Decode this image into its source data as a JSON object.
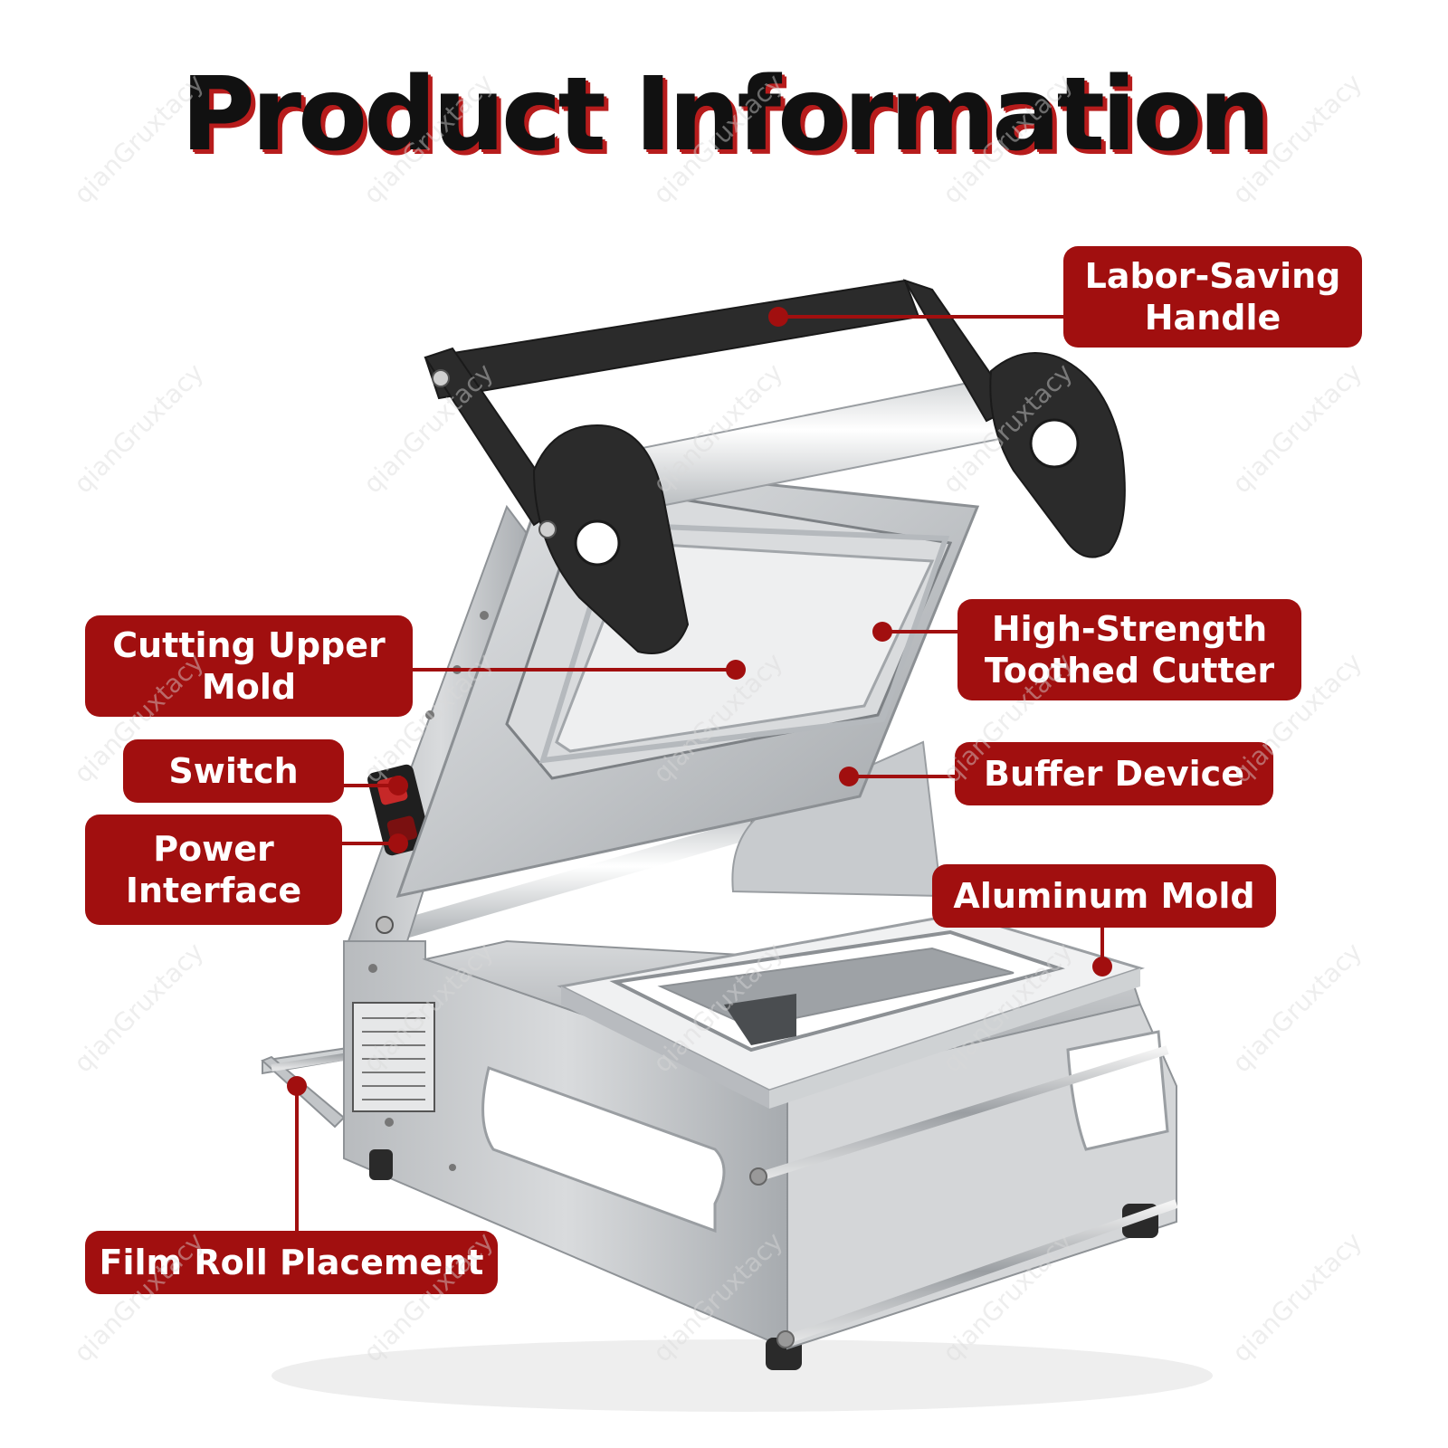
{
  "title": "Product Information",
  "watermark": "qianGruxtacy",
  "callouts": {
    "handle": {
      "line1": "Labor-Saving",
      "line2": "Handle"
    },
    "cutter": {
      "line1": "High-Strength",
      "line2": "Toothed Cutter"
    },
    "upper_mold": {
      "line1": "Cutting Upper",
      "line2": "Mold"
    },
    "switch": {
      "line1": "Switch"
    },
    "buffer": {
      "line1": "Buffer Device"
    },
    "power": {
      "line1": "Power",
      "line2": "Interface"
    },
    "aluminum": {
      "line1": "Aluminum Mold"
    },
    "film": {
      "line1": "Film Roll Placement"
    }
  },
  "colors": {
    "label_bg": "#a10f0f",
    "title": "#111111",
    "title_shadow": "#b71c1c",
    "steel": "#c9cbcd",
    "handle": "#2b2b2b"
  }
}
